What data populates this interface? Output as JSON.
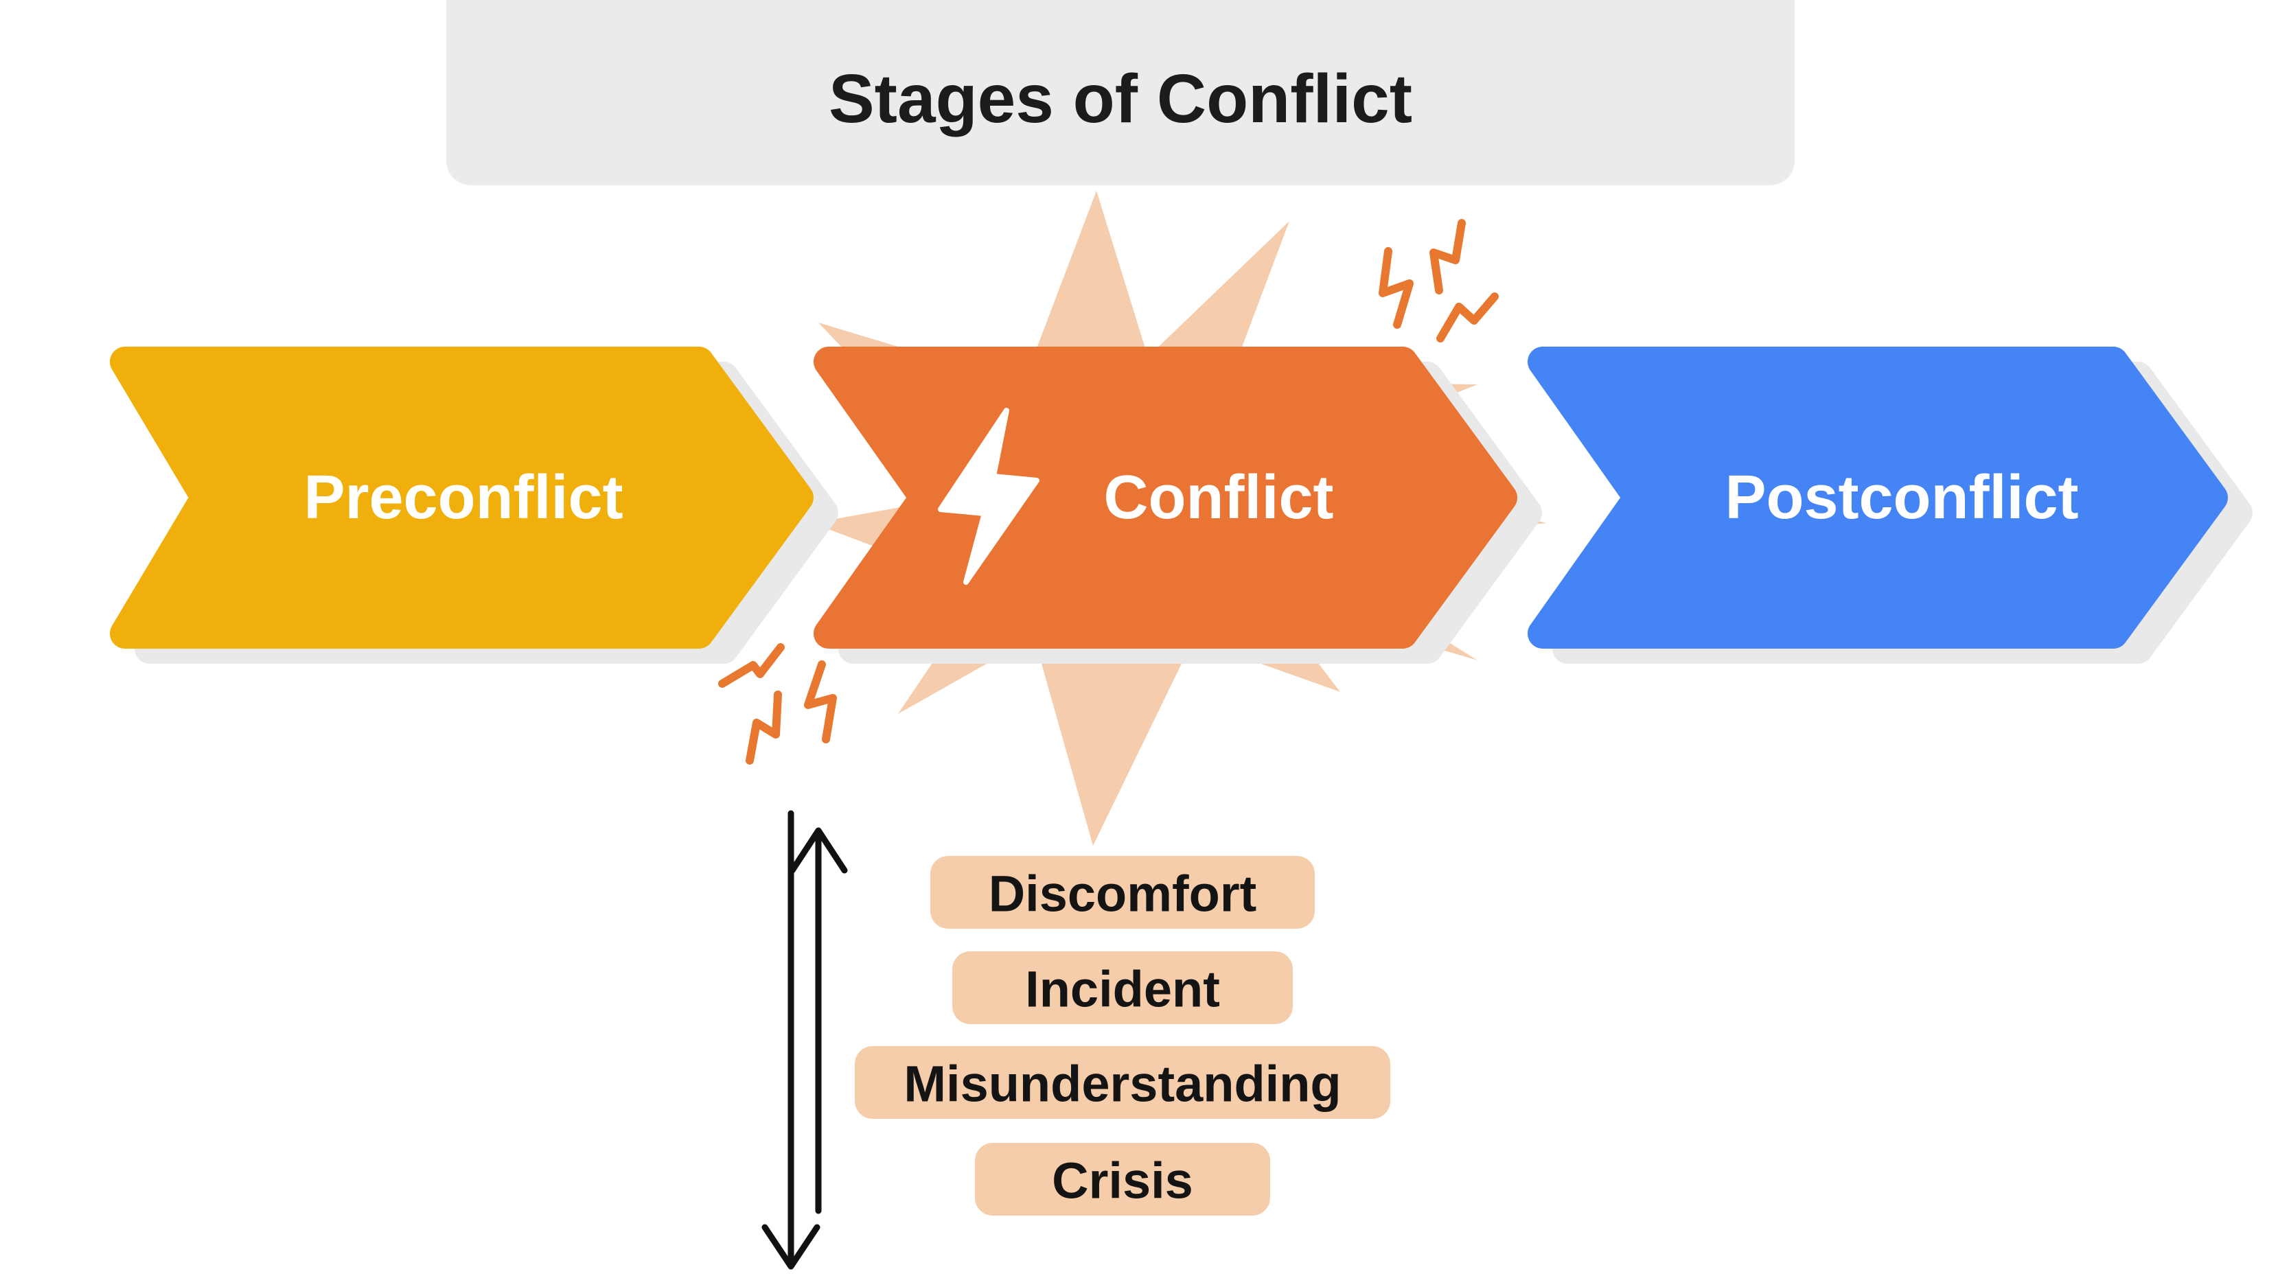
{
  "title": {
    "text": "Stages of Conflict"
  },
  "stages": [
    {
      "label": "Preconflict",
      "color": "#F1AF0C"
    },
    {
      "label": "Conflict",
      "color": "#EA7434",
      "icon": "lightning-bolt-icon"
    },
    {
      "label": "Postconflict",
      "color": "#4584F4"
    }
  ],
  "escalation": {
    "levels": [
      {
        "label": "Discomfort"
      },
      {
        "label": "Incident"
      },
      {
        "label": "Misunderstanding"
      },
      {
        "label": "Crisis"
      }
    ]
  },
  "icons": {
    "conflict_marker": "lightning-bolt-icon",
    "spark_doodles": "spark-zigzag-icon",
    "escalation_axis": "double-vertical-arrow-icon"
  },
  "colors": {
    "background": "#FFFFFF",
    "title_banner": "#EBEBEB",
    "title_text": "#1C1C1C",
    "stage_text": "#FFFFFF",
    "shadow": "#E9E9E9",
    "starburst": "#F6CDAC",
    "level_pill": "#F6CDAB",
    "level_text": "#141414",
    "spark_doodle": "#E8772F",
    "axis_arrow": "#111111"
  }
}
